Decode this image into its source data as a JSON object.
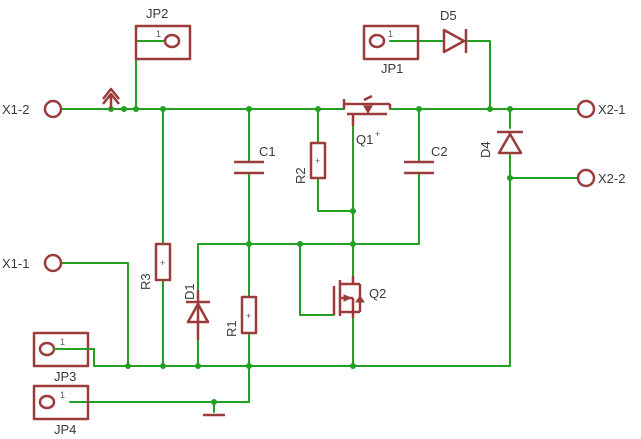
{
  "labels": {
    "x1_2": "X1-2",
    "x1_1": "X1-1",
    "x2_1": "X2-1",
    "x2_2": "X2-2",
    "jp1": "JP1",
    "jp2": "JP2",
    "jp3": "JP3",
    "jp4": "JP4",
    "d1": "D1",
    "d4": "D4",
    "d5": "D5",
    "r1": "R1",
    "r2": "R2",
    "r3": "R3",
    "c1": "C1",
    "c2": "C2",
    "q1": "Q1",
    "q2": "Q2"
  },
  "pins": {
    "jp1_pin": "1",
    "jp2_pin": "1",
    "jp3_pin": "1",
    "jp4_pin": "1",
    "plus": "+"
  },
  "colors": {
    "wire": "#22a022",
    "part": "#9b3b3b",
    "text": "#3a3a3a",
    "background": "#ffffff"
  }
}
